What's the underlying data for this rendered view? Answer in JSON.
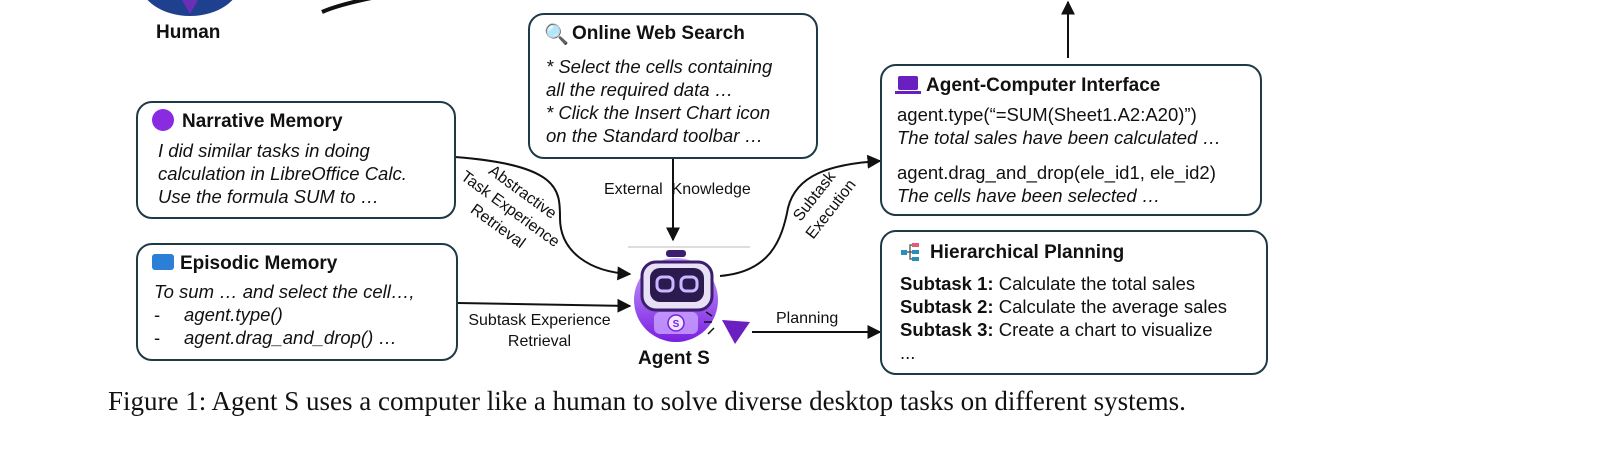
{
  "human": {
    "label": "Human"
  },
  "web_search": {
    "title": "Online Web Search",
    "lines": [
      "* Select the cells containing",
      "all the required data …",
      "* Click the Insert Chart icon",
      "on the Standard toolbar …"
    ]
  },
  "narrative_memory": {
    "title": "Narrative Memory",
    "lines": [
      "I did similar tasks in doing",
      "calculation in LibreOffice Calc.",
      "Use the formula SUM to …"
    ]
  },
  "episodic_memory": {
    "title": "Episodic Memory",
    "lines": [
      "To sum … and select the cell…,",
      "agent.type()",
      "agent.drag_and_drop() …"
    ],
    "bullet": "-"
  },
  "aci": {
    "title": "Agent-Computer Interface",
    "action1": "agent.type(“=SUM(Sheet1.A2:A20)”)",
    "result1": "The total sales have been calculated …",
    "action2": "agent.drag_and_drop(ele_id1, ele_id2)",
    "result2": "The cells have been selected …"
  },
  "planning": {
    "title": "Hierarchical Planning",
    "subtasks": [
      {
        "key": "Subtask 1:",
        "text": "Calculate the total sales"
      },
      {
        "key": "Subtask 2:",
        "text": "Calculate the average sales"
      },
      {
        "key": "Subtask 3:",
        "text": "Create a chart to visualize"
      }
    ],
    "more": "..."
  },
  "edges": {
    "external_knowledge": "External  Knowledge",
    "abstractive": [
      "Abstractive",
      "Task Experience",
      "Retrieval"
    ],
    "subtask_experience": [
      "Subtask Experience",
      "Retrieval"
    ],
    "subtask_execution": [
      "Subtask",
      "Execution"
    ],
    "planning": "Planning"
  },
  "agent": {
    "label": "Agent S"
  },
  "caption": "Figure 1: Agent S uses a computer like a human to solve diverse desktop tasks on different systems.",
  "colors": {
    "border": "#1e3a46",
    "robot_purple": "#8a2be2",
    "robot_dark": "#3b1f6e",
    "human_blue": "#1f3f8f"
  }
}
